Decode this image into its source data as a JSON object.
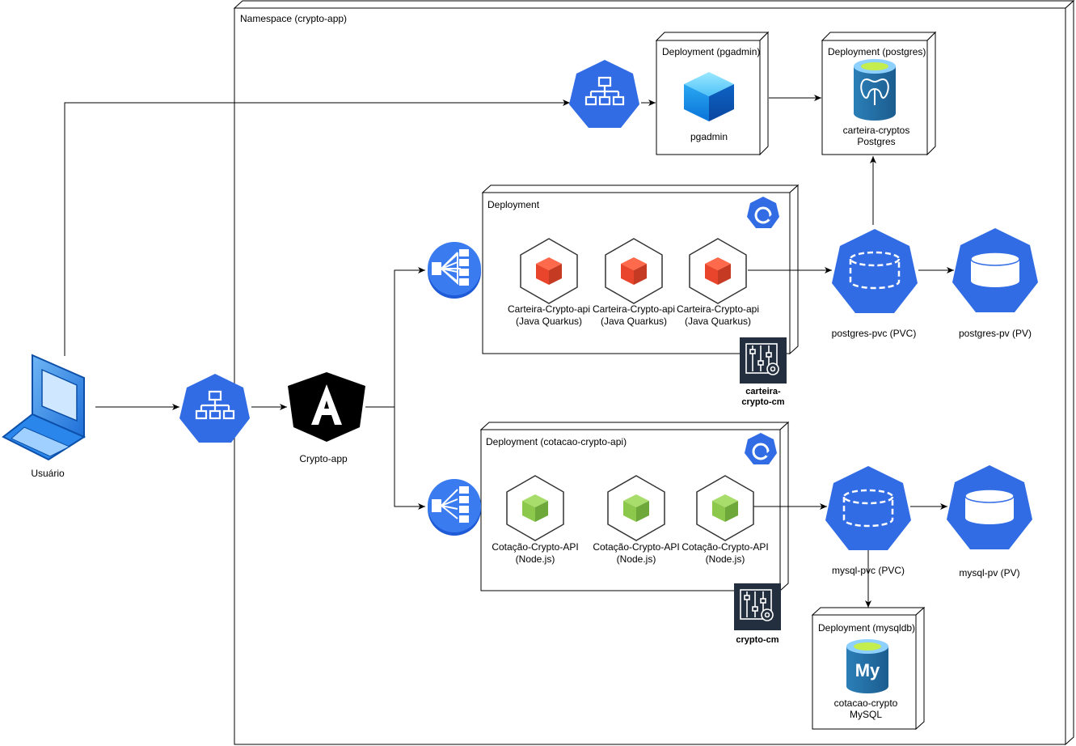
{
  "namespace": {
    "label": "Namespace (crypto-app)"
  },
  "user": {
    "label": "Usuário"
  },
  "frontend": {
    "label": "Crypto-app"
  },
  "pgadmin_deployment": {
    "title": "Deployment (pgadmin)",
    "label": "pgadmin"
  },
  "postgres_deployment": {
    "title": "Deployment (postgres)",
    "label_line1": "carteira-cryptos",
    "label_line2": "Postgres"
  },
  "carteira_deployment": {
    "title": "Deployment",
    "pods": [
      {
        "line1": "Carteira-Crypto-api",
        "line2": "(Java Quarkus)"
      },
      {
        "line1": "Carteira-Crypto-api",
        "line2": "(Java Quarkus)"
      },
      {
        "line1": "Carteira-Crypto-api",
        "line2": "(Java Quarkus)"
      }
    ],
    "configmap": {
      "line1": "carteira-",
      "line2": "crypto-cm"
    }
  },
  "cotacao_deployment": {
    "title": "Deployment (cotacao-crypto-api)",
    "pods": [
      {
        "line1": "Cotação-Crypto-API",
        "line2": "(Node.js)"
      },
      {
        "line1": "Cotação-Crypto-API",
        "line2": "(Node.js)"
      },
      {
        "line1": "Cotação-Crypto-API",
        "line2": "(Node.js)"
      }
    ],
    "configmap": {
      "line1": "crypto-cm"
    }
  },
  "postgres_pvc": {
    "label": "postgres-pvc (PVC)"
  },
  "postgres_pv": {
    "label": "postgres-pv (PV)"
  },
  "mysql_pvc": {
    "label": "mysql-pvc (PVC)"
  },
  "mysql_pv": {
    "label": "mysql-pv (PV)"
  },
  "mysql_deployment": {
    "title": "Deployment (mysqldb)",
    "label_line1": "cotacao-crypto",
    "label_line2": "MySQL"
  },
  "colors": {
    "k8s_blue": "#326CE5",
    "quarkus_red": "#E8452C",
    "node_green": "#8CC84B",
    "angular_black": "#000000",
    "configmap_dark": "#232F3E"
  }
}
